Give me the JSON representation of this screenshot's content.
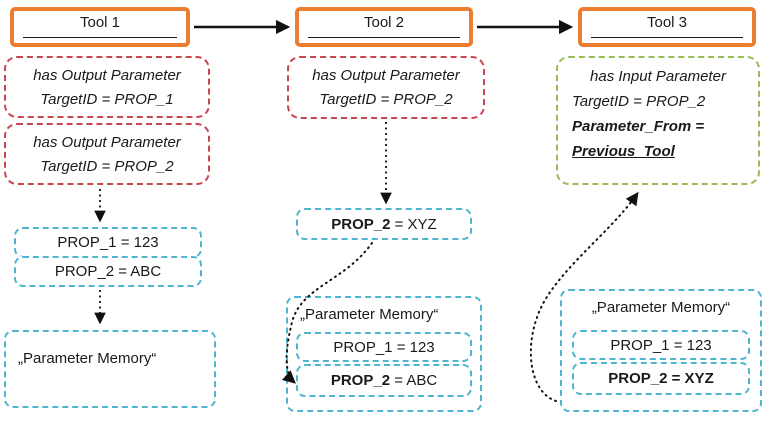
{
  "colors": {
    "tool_border": "#ED7D31",
    "output_param_border": "#C8474F",
    "memory_border": "#4FB5CE",
    "input_param_border": "#9BBB59",
    "arrow": "#111111"
  },
  "tools": [
    {
      "label": "Tool 1"
    },
    {
      "label": "Tool 2"
    },
    {
      "label": "Tool 3"
    }
  ],
  "tool1": {
    "output1_line1": "has Output Parameter",
    "output1_line2": "TargetID = PROP_1",
    "output2_line1": "has Output Parameter",
    "output2_line2": "TargetID = PROP_2",
    "prop1": "PROP_1 = 123",
    "prop2": "PROP_2 = ABC",
    "memory_label": "„Parameter Memory“"
  },
  "tool2": {
    "output_line1": "has Output Parameter",
    "output_line2": "TargetID = PROP_2",
    "prop_bold": "PROP_2",
    "prop_rest": " = XYZ",
    "memory_label": "„Parameter Memory“",
    "memory_row1": "PROP_1 = 123",
    "memory_row2_bold": "PROP_2",
    "memory_row2_rest": " = ABC"
  },
  "tool3": {
    "input_line1": "has Input Parameter",
    "input_line2": "TargetID = PROP_2",
    "input_line3": "Parameter_From =",
    "input_line4": "Previous_Tool",
    "memory_label": "„Parameter Memory“",
    "memory_row1": "PROP_1 = 123",
    "memory_row2_bold": "PROP_2 = XYZ",
    "memory_row2_rest": ""
  }
}
